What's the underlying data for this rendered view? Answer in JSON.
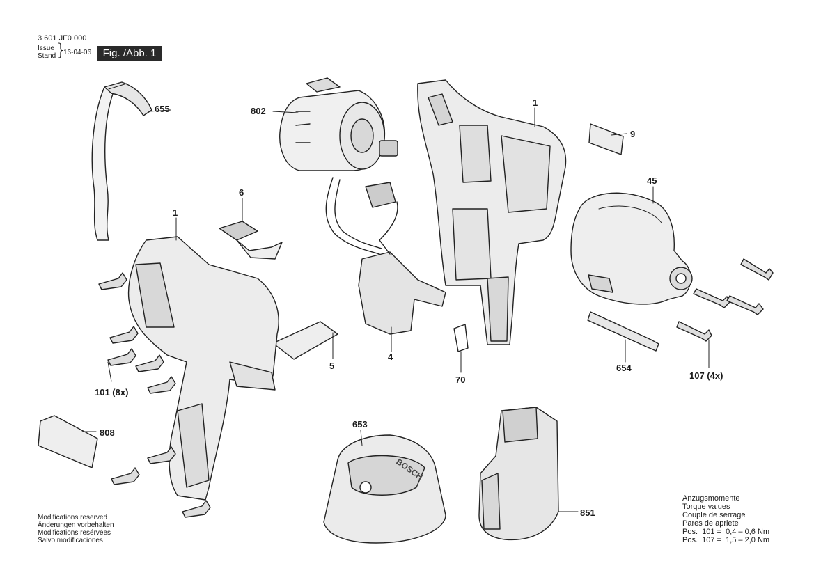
{
  "header": {
    "code": "3 601 JF0 000",
    "issue_label": "Issue",
    "stand_label": "Stand",
    "date": "16-04-06",
    "figure": "Fig. /Abb. 1"
  },
  "brand": {
    "mark": "BOSCH"
  },
  "parts": [
    {
      "id": "p655",
      "label": "655"
    },
    {
      "id": "p802",
      "label": "802"
    },
    {
      "id": "p1a",
      "label": "1"
    },
    {
      "id": "p9",
      "label": "9"
    },
    {
      "id": "p45",
      "label": "45"
    },
    {
      "id": "p6",
      "label": "6"
    },
    {
      "id": "p1b",
      "label": "1"
    },
    {
      "id": "p5",
      "label": "5"
    },
    {
      "id": "p4",
      "label": "4"
    },
    {
      "id": "p70",
      "label": "70"
    },
    {
      "id": "p654",
      "label": "654"
    },
    {
      "id": "p107",
      "label": "107 (4x)"
    },
    {
      "id": "p101",
      "label": "101 (8x)"
    },
    {
      "id": "p808",
      "label": "808"
    },
    {
      "id": "p653",
      "label": "653"
    },
    {
      "id": "p851",
      "label": "851"
    }
  ],
  "notes": {
    "modifications": [
      "Modifications reserved",
      "Änderungen vorbehalten",
      "Modifications resérvées",
      "Salvo modificaciones"
    ],
    "torque_title": [
      "Anzugsmomente",
      "Torque values",
      "Couple de serrage",
      "Pares de apriete"
    ],
    "torque_rows": [
      "Pos.  101 =  0,4 – 0,6 Nm",
      "Pos.  107 =  1,5 – 2,0 Nm"
    ]
  }
}
